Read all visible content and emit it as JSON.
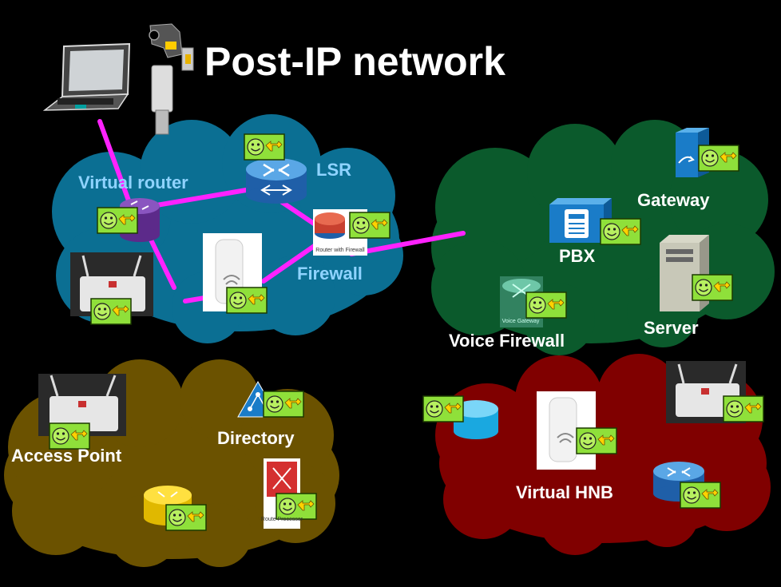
{
  "title": "Post-IP network",
  "clouds": {
    "blue": {
      "color": "#0b6f93",
      "labels": {
        "virtual_router": "Virtual router",
        "lsr": "LSR",
        "firewall": "Firewall"
      },
      "device_texts": {
        "router_with_firewall": "Router with Firewall"
      }
    },
    "green": {
      "color": "#0b5a2c",
      "labels": {
        "gateway": "Gateway",
        "pbx": "PBX",
        "server": "Server",
        "voice_firewall": "Voice Firewall"
      },
      "device_texts": {
        "voice_gateway": "Voice Gateway"
      }
    },
    "olive": {
      "color": "#6b5200",
      "labels": {
        "access_point": "Access Point",
        "directory": "Directory"
      },
      "device_texts": {
        "route_processor": "Route Processor"
      }
    },
    "red": {
      "color": "#800000",
      "labels": {
        "virtual_hnb": "Virtual HNB"
      }
    }
  },
  "colors": {
    "link": "#ff22ff",
    "blue_label": "#8fd3ff",
    "white_label": "#ffffff",
    "badge_bg": "#8fe03a",
    "smiley": "#b8f060",
    "key_icon": "#ffd200"
  }
}
